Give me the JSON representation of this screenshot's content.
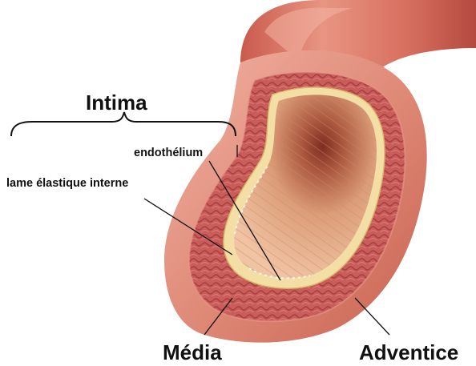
{
  "diagram": {
    "labels": {
      "intima": "Intima",
      "endothelium": "endothélium",
      "internal_elastic_lamina": "lame élastique interne",
      "media": "Média",
      "adventitia": "Adventice"
    },
    "colors": {
      "adventitia": "#e79a88",
      "media": "#c85d5a",
      "elastic_lamina": "#f3dfa6",
      "intima_lumen": "#e9b38f",
      "lumen_dark": "#8f3a2a",
      "outer_tube": "#d9705f"
    }
  }
}
